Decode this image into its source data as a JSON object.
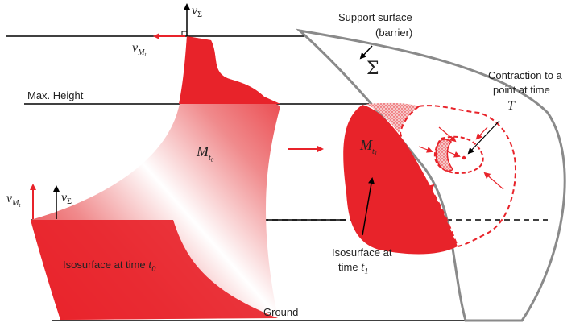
{
  "labels": {
    "support_surface_line1": "Support surface",
    "support_surface_line2": "(barrier)",
    "sigma": "Σ",
    "max_height": "Max. Height",
    "ground": "Ground",
    "contraction_line1": "Contraction to a",
    "contraction_line2": "point at time",
    "contraction_T": "T",
    "isosurface_t0_text": "Isosurface at time ",
    "isosurface_t0_var": "t",
    "isosurface_t0_sub": "0",
    "isosurface_t1_line1": "Isosurface at",
    "isosurface_t1_line2_text": "time ",
    "isosurface_t1_var": "t",
    "isosurface_t1_sub": "1",
    "m_t0_main": "M",
    "m_t0_sub": "t",
    "m_t0_subsub": "0",
    "m_t1_main": "M",
    "m_t1_sub": "t",
    "m_t1_subsub": "1",
    "v_sigma_top_main": "v",
    "v_sigma_top_sub": "Σ",
    "v_m_top_main": "v",
    "v_m_top_sub": "M",
    "v_m_top_subsub": "t",
    "v_m_left_main": "v",
    "v_m_left_sub": "M",
    "v_m_left_subsub": "t",
    "v_sigma_left_main": "v",
    "v_sigma_left_sub": "Σ"
  },
  "colors": {
    "red": "#e8232a",
    "dark_red": "#d9161d",
    "gray": "#8a8a8a",
    "black": "#000000"
  }
}
